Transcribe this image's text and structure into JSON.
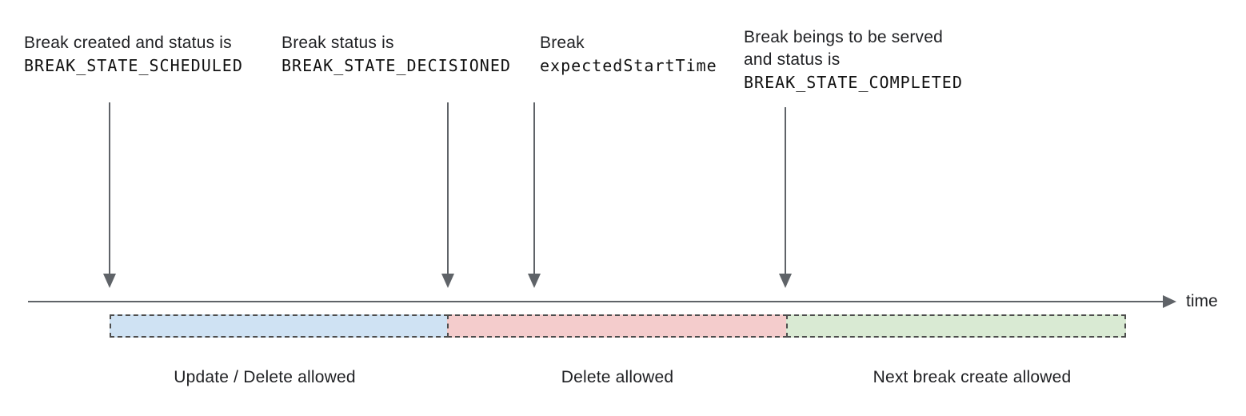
{
  "annotations": [
    {
      "line1": "Break created and status is",
      "code": "BREAK_STATE_SCHEDULED"
    },
    {
      "line1": "Break status is",
      "code": "BREAK_STATE_DECISIONED"
    },
    {
      "line1": "Break",
      "code": "expectedStartTime"
    },
    {
      "line1": "Break beings to be served",
      "line2": "and status is",
      "code": "BREAK_STATE_COMPLETED"
    }
  ],
  "axis": {
    "label": "time",
    "color": "#5f6368"
  },
  "segments": [
    {
      "label": "Update / Delete allowed",
      "fill": "#cfe2f3"
    },
    {
      "label": "Delete allowed",
      "fill": "#f4cccc"
    },
    {
      "label": "Next break create allowed",
      "fill": "#d9ead3"
    }
  ],
  "colors": {
    "text": "#202124",
    "arrow": "#5f6368",
    "dashed_border": "#4d4d4d"
  }
}
